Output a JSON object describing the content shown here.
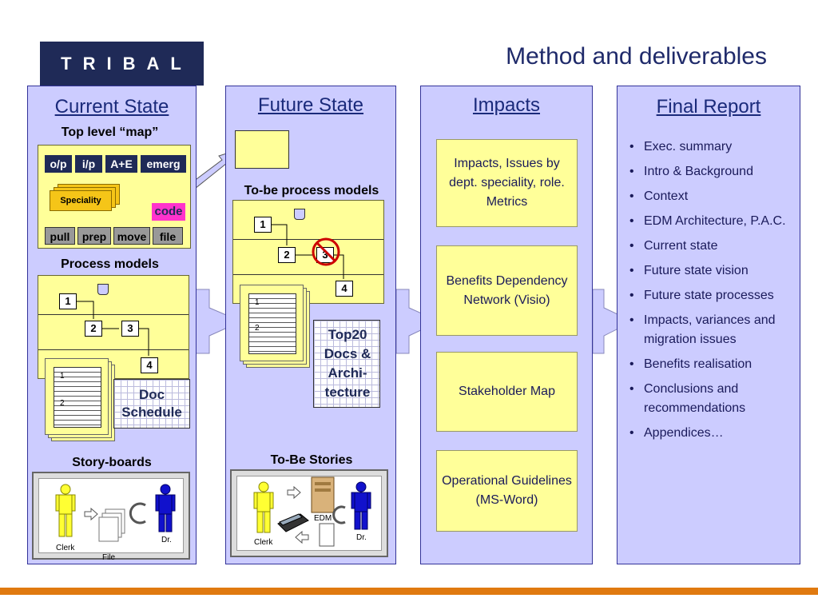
{
  "logo": {
    "text": "TRIBAL"
  },
  "title": "Method and deliverables",
  "current_state": {
    "title": "Current State",
    "map_heading": "Top level “map”",
    "map_tags_top": [
      "o/p",
      "i/p",
      "A+E",
      "emerg"
    ],
    "speciality_label": "Speciality",
    "code_label": "code",
    "map_tags_bottom": [
      "pull",
      "prep",
      "move",
      "file"
    ],
    "process_heading": "Process models",
    "steps": [
      "1",
      "2",
      "3",
      "4"
    ],
    "doc_lines": [
      "1",
      "2"
    ],
    "doc_schedule": "Doc Schedule",
    "story_heading": "Story-boards",
    "story_labels": {
      "clerk": "Clerk",
      "doctor": "Dr.",
      "file": "File"
    }
  },
  "future_state": {
    "title": "Future State",
    "process_heading": "To-be process models",
    "steps": [
      "1",
      "2",
      "3",
      "4"
    ],
    "doc_lines": [
      "1",
      "2"
    ],
    "top20": "Top20 Docs & Archi-tecture",
    "story_heading": "To-Be Stories",
    "story_labels": {
      "clerk": "Clerk",
      "doctor": "Dr.",
      "edm": "EDM"
    }
  },
  "impacts": {
    "title": "Impacts",
    "boxes": [
      "Impacts, Issues by dept. speciality, role. Metrics",
      "Benefits Dependency Network (Visio)",
      "Stakeholder Map",
      "Operational Guidelines (MS-Word)"
    ]
  },
  "final_report": {
    "title": "Final Report",
    "items": [
      "Exec. summary",
      "Intro & Background",
      "Context",
      "EDM Architecture, P.A.C.",
      "Current state",
      "Future state vision",
      "Future state processes",
      "Impacts, variances and migration issues",
      "Benefits realisation",
      "Conclusions and recommendations",
      "Appendices…"
    ]
  },
  "colors": {
    "panel": "#ccccff",
    "note": "#ffff99",
    "logo_bg": "#1f2a57",
    "footer": "#e07a10",
    "code_tag": "#ff33cc",
    "speciality": "#f5c518"
  }
}
